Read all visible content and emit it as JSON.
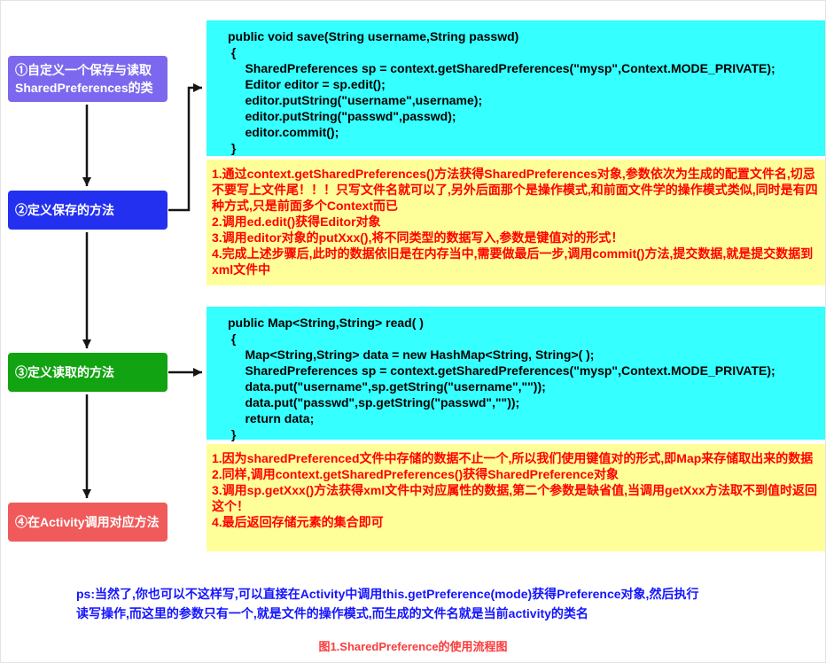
{
  "page": {
    "caption": "图1.SharedPreference的使用流程图",
    "ps_note": "ps:当然了,你也可以不这样写,可以直接在Activity中调用this.getPreference(mode)获得Preference对象,然后执行读写操作,而这里的参数只有一个,就是文件的操作模式,而生成的文件名就是当前activity的类名"
  },
  "colors": {
    "step1_bg": "#7b68ee",
    "step2_bg": "#2330f0",
    "step3_bg": "#12a312",
    "step4_bg": "#f05a5a",
    "code_bg": "#35ffff",
    "note_bg": "#ffff99",
    "note_text": "#ff0000",
    "code_text": "#000000",
    "ps_text": "#1414ff",
    "caption_text": "#fb3b3b",
    "arrow": "#151515"
  },
  "flow_steps": [
    {
      "label": "①自定义一个保存与读取\nSharedPreferences的类"
    },
    {
      "label": "②定义保存的方法"
    },
    {
      "label": "③定义读取的方法"
    },
    {
      "label": "④在Activity调用对应方法"
    }
  ],
  "save_code": {
    "lines": [
      "public void save(String username,String passwd)",
      " {",
      "     SharedPreferences sp = context.getSharedPreferences(\"mysp\",Context.MODE_PRIVATE);",
      "     Editor editor = sp.edit();",
      "     editor.putString(\"username\",username);",
      "     editor.putString(\"passwd\",passwd);",
      "     editor.commit();",
      " }"
    ]
  },
  "save_notes": {
    "items": [
      "1.通过context.getSharedPreferences()方法获得SharedPreferences对象,参数依次为生成的配置文件名,切忌不要写上文件尾！！！只写文件名就可以了,另外后面那个是操作模式,和前面文件学的操作模式类似,同时是有四种方式,只是前面多个Context而已",
      "2.调用ed.edit()获得Editor对象",
      "3.调用editor对象的putXxx(),将不同类型的数据写入,参数是键值对的形式！",
      "4.完成上述步骤后,此时的数据依旧是在内存当中,需要做最后一步,调用commit()方法,提交数据,就是提交数据到xml文件中"
    ]
  },
  "read_code": {
    "lines": [
      "public Map<String,String> read( )",
      " {",
      "     Map<String,String> data = new HashMap<String, String>( );",
      "     SharedPreferences sp = context.getSharedPreferences(\"mysp\",Context.MODE_PRIVATE);",
      "     data.put(\"username\",sp.getString(\"username\",\"\"));",
      "     data.put(\"passwd\",sp.getString(\"passwd\",\"\"));",
      "     return data;",
      " }"
    ]
  },
  "read_notes": {
    "items": [
      "1.因为sharedPreferenced文件中存储的数据不止一个,所以我们使用键值对的形式,即Map来存储取出来的数据",
      "2.同样,调用context.getSharedPreferences()获得SharedPreference对象",
      "3.调用sp.getXxx()方法获得xml文件中对应属性的数据,第二个参数是缺省值,当调用getXxx方法取不到值时返回这个！",
      "4.最后返回存储元素的集合即可"
    ]
  }
}
